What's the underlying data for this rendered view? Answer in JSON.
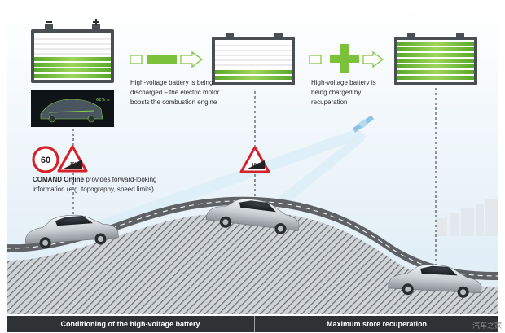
{
  "captions": {
    "discharge": "High-voltage battery is being discharged – the electric motor boosts the combustion engine",
    "charge": "High-voltage battery is being charged by recuperation",
    "comand_brand": "COMAND Online",
    "comand_rest": " provides forward-looking information (e.g. topography, speed limits)"
  },
  "signs": {
    "speed_limit": "60",
    "gradient_1": "10%",
    "gradient_2": "10%"
  },
  "battery_display": {
    "reading": "62% ≡"
  },
  "footer": {
    "left": "Conditioning of the high-voltage battery",
    "right": "Maximum store recuperation"
  },
  "watermark": "汽车之家",
  "colors": {
    "battery_green": "#7cc13a",
    "battery_frame": "#4a4f54",
    "sky": "#dcebf5",
    "road": "#5e6266",
    "hatch": "#6a6f74",
    "footer": "#2f3235"
  },
  "icons": {
    "satellite": "satellite-icon",
    "plus": "plus-icon",
    "minus": "minus-icon",
    "arrow": "arrow-right-icon"
  }
}
